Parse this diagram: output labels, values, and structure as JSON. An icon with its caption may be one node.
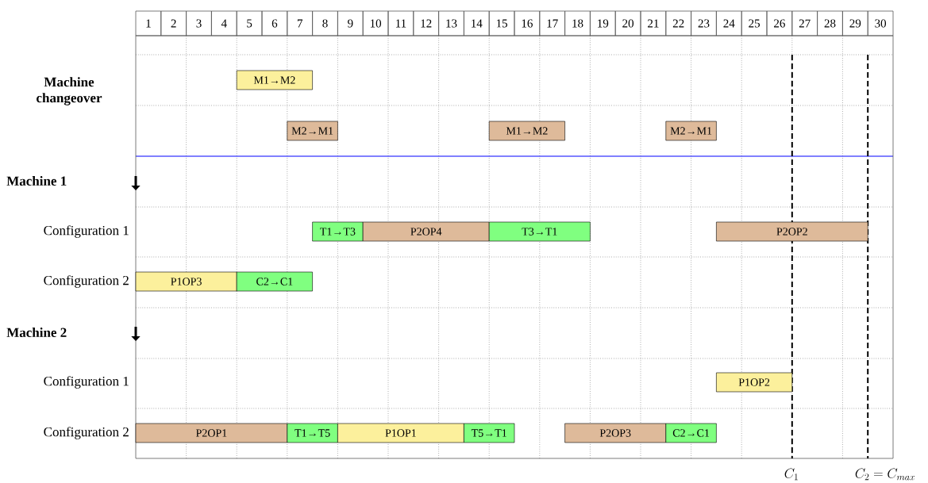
{
  "diagram": {
    "nodes": [
      {
        "text": [
          "M1→M2"
        ]
      },
      {
        "text": [
          "M2→M1"
        ]
      },
      {
        "text": [
          "M1→M2"
        ]
      },
      {
        "text": [
          "M2→M1"
        ]
      },
      {
        "text": [
          "T1→T3"
        ]
      },
      {
        "text": [
          "P2OP4"
        ]
      },
      {
        "text": [
          "T3→T1"
        ]
      },
      {
        "text": [
          "P2OP2"
        ]
      },
      {
        "text": [
          "P1OP3"
        ]
      },
      {
        "text": [
          "C2→C1"
        ]
      },
      {
        "text": [
          "P1OP2"
        ]
      },
      {
        "text": [
          "P2OP1"
        ]
      },
      {
        "text": [
          "T1→T5"
        ]
      },
      {
        "text": [
          "P1OP1"
        ]
      },
      {
        "text": [
          "T5→T1"
        ]
      },
      {
        "text": [
          "P2OP3"
        ]
      },
      {
        "text": [
          "C2→C1"
        ]
      }
    ],
    "edges": [],
    "labels": [
      "1",
      "2",
      "3",
      "4",
      "5",
      "6",
      "7",
      "8",
      "9",
      "10",
      "11",
      "12",
      "13",
      "14",
      "15",
      "16",
      "17",
      "18",
      "19",
      "20",
      "21",
      "22",
      "23",
      "24",
      "25",
      "26",
      "27",
      "28",
      "29",
      "30",
      "Machine changeover",
      "Machine 1",
      "Configuration 1",
      "Configuration 2",
      "Machine 2",
      "Configuration 1",
      "Configuration 2",
      "C_1",
      "C_2 = C_{max}"
    ]
  }
}
